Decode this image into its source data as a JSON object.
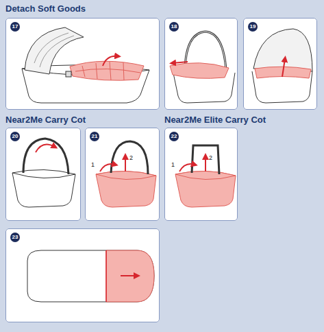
{
  "diagram": {
    "nodes": [
      {
        "text": [
          "17"
        ]
      },
      {
        "text": [
          "18"
        ]
      },
      {
        "text": [
          "19"
        ]
      },
      {
        "text": [
          "20"
        ]
      },
      {
        "text": [
          "21"
        ]
      },
      {
        "text": [
          "22"
        ]
      },
      {
        "text": [
          "23"
        ]
      }
    ],
    "labels": [
      "Detach Soft Goods",
      "Near2Me Carry Cot",
      "Near2Me Elite Carry Cot",
      "1",
      "2",
      "1",
      "2"
    ]
  }
}
